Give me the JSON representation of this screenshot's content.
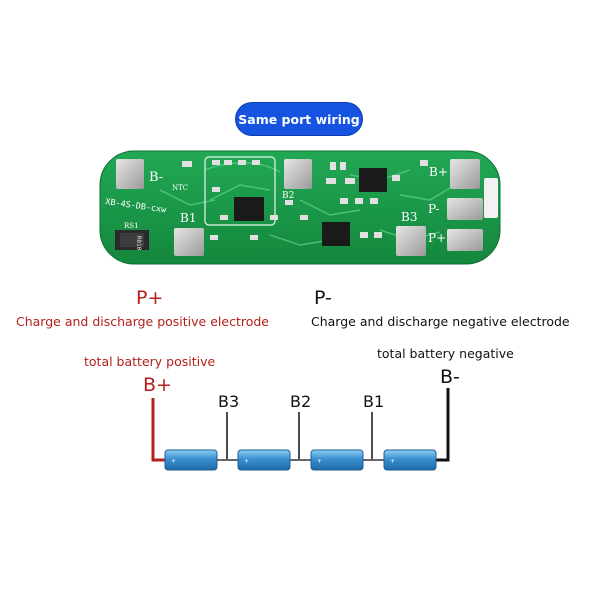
{
  "title": "Same port wiring",
  "board": {
    "model_text": "XB-4S-DB-cxw",
    "labels": {
      "b_minus": "B-",
      "ntc": "NTC",
      "b1": "B1",
      "b2": "B2",
      "b3": "B3",
      "b_plus": "B+",
      "p_minus": "P-",
      "p_plus": "P+",
      "rs1": "RS1",
      "resistor_code": "R010"
    }
  },
  "ports": {
    "p_plus": {
      "symbol": "P+",
      "description": "Charge and discharge positive electrode"
    },
    "p_minus": {
      "symbol": "P-",
      "description": "Charge and discharge negative electrode"
    }
  },
  "battery": {
    "positive": {
      "symbol": "B+",
      "description": "total battery positive"
    },
    "negative": {
      "symbol": "B-",
      "description": "total battery negative"
    },
    "taps": [
      "B3",
      "B2",
      "B1"
    ]
  },
  "colors": {
    "pill": "#1553e0",
    "pcb": "#1a9c4a",
    "positive_wire": "#b3201c",
    "negative_wire": "#111111",
    "cell": "#3a8fd0"
  }
}
